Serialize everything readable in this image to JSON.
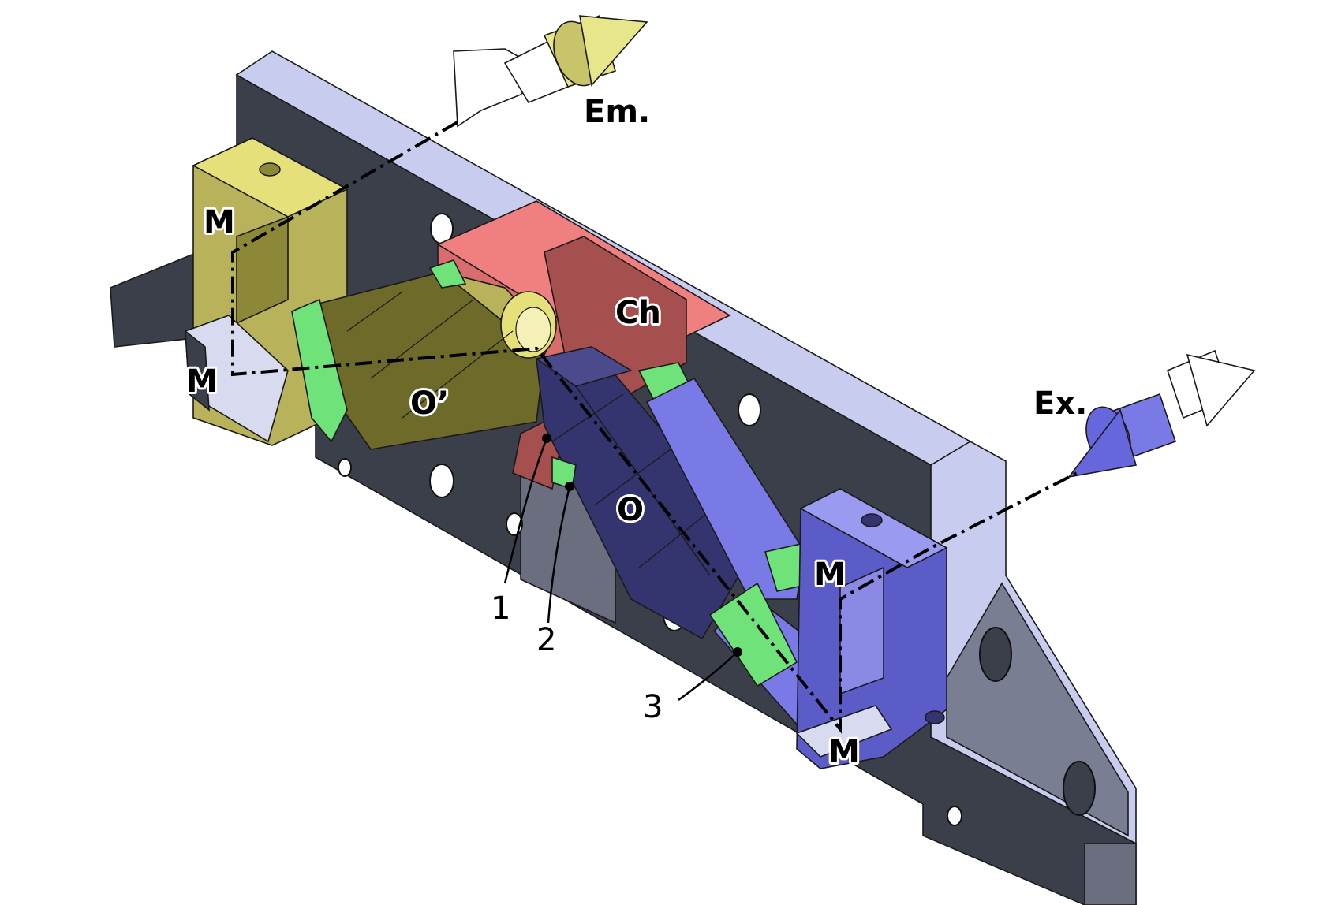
{
  "labels": {
    "emission": "Em.",
    "excitation": "Ex.",
    "chamber": "Ch",
    "objective": "O",
    "objective_prime": "O’",
    "mirror_top_left": "M",
    "mirror_bottom_left": "M",
    "mirror_top_right": "M",
    "mirror_bottom_right": "M",
    "callout_1": "1",
    "callout_2": "2",
    "callout_3": "3"
  },
  "colors": {
    "base_plate_face": "#3b3f4a",
    "base_plate_top": "#c8cdf0",
    "base_plate_side": "#6a6e7e",
    "emission_mount": "#b8b35a",
    "emission_mount_light": "#e6e07a",
    "objective_prime": "#6e6a2a",
    "chamber": "#f08080",
    "chamber_dark": "#a64f4f",
    "objective": "#34346e",
    "excitation_tube": "#7a7ae6",
    "excitation_mount": "#5c5cc8",
    "green_parts": "#6fe27a",
    "arrow_em": "#e8e68a",
    "arrow_ex": "#6666dd"
  }
}
